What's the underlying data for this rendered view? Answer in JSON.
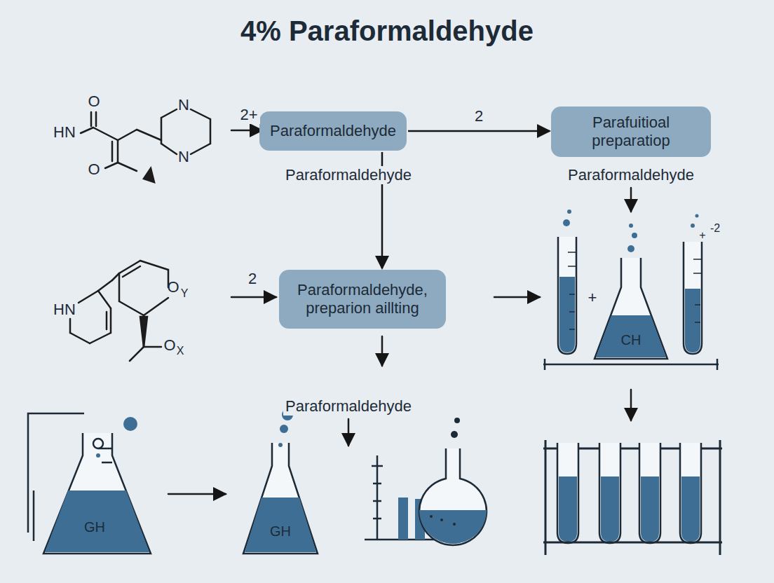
{
  "diagram": {
    "title": "4% Paraformaldehyde",
    "nodes": [
      {
        "text": [
          "Paraformaldehyde"
        ]
      },
      {
        "text": [
          "Parafuitioal preparatiop"
        ]
      },
      {
        "text": [
          "Paraformaldehyde, preparion aillting"
        ]
      }
    ],
    "edges": [
      {
        "from": 0,
        "to": 1,
        "label": "2",
        "arrow": "to"
      },
      {
        "from": 0,
        "to": 2,
        "arrow": "to"
      }
    ],
    "labels": [
      "Paraformaldehyde",
      "Paraformaldehyde",
      "Paraformaldehyde",
      "2+",
      "2",
      "O",
      "HN",
      "O",
      "N",
      "N",
      "HN",
      "O",
      "Y",
      "O",
      "X",
      "+",
      "CH",
      "+",
      "-2",
      "GH",
      "GH"
    ]
  }
}
